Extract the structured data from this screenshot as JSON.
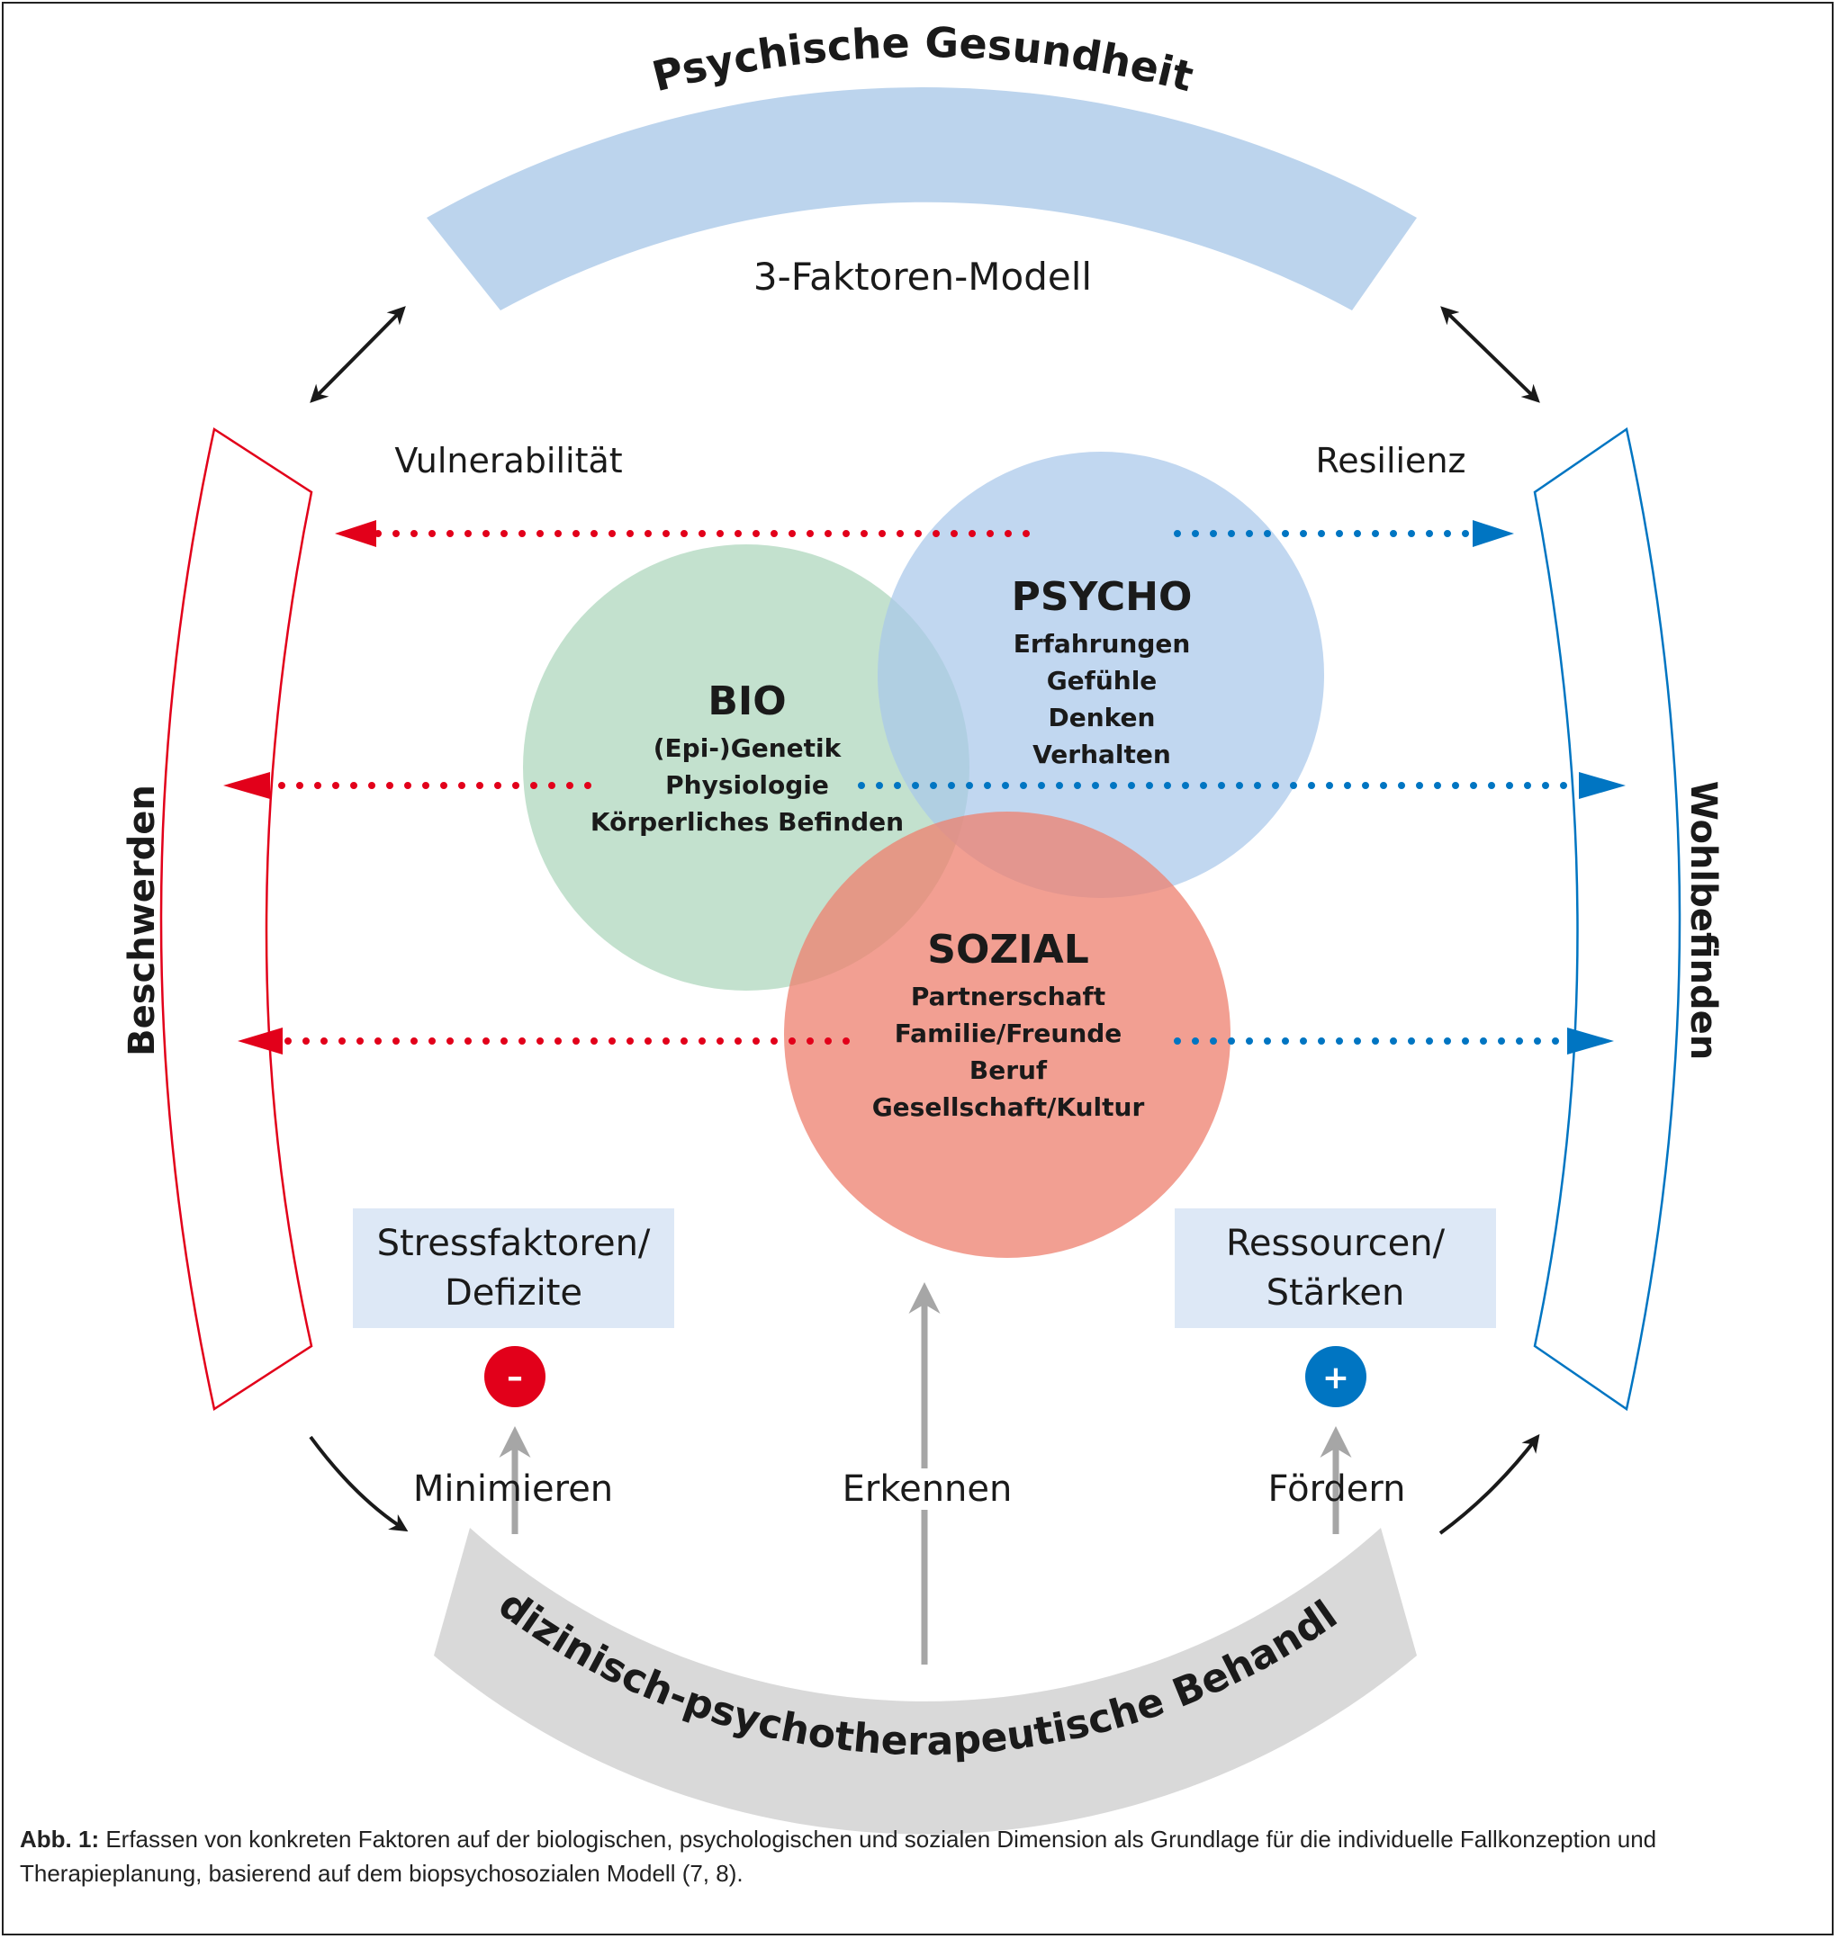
{
  "arc_top": {
    "label": "Psychische Gesundheit",
    "color": "#bcd4ed"
  },
  "arc_bottom": {
    "label": "Medizinisch-psychotherapeutische Behandlung",
    "color": "#d9d9d9"
  },
  "model_title": "3-Faktoren-Modell",
  "left_bracket": {
    "label": "Beschwerden",
    "color": "#e2001a"
  },
  "right_bracket": {
    "label": "Wohlbefinden",
    "color": "#0075c2"
  },
  "vulnerability_label": "Vulnerabilität",
  "resilience_label": "Resilienz",
  "circles": {
    "bio": {
      "title": "BIO",
      "lines": [
        "(Epi-)Genetik",
        "Physiologie",
        "Körperliches Befinden"
      ],
      "color": "#b8dcc6"
    },
    "psycho": {
      "title": "PSYCHO",
      "lines": [
        "Erfahrungen",
        "Gefühle",
        "Denken",
        "Verhalten"
      ],
      "color": "#a9c8ea"
    },
    "sozial": {
      "title": "SOZIAL",
      "lines": [
        "Partnerschaft",
        "Familie/Freunde",
        "Beruf",
        "Gesellschaft/Kultur"
      ],
      "color": "#ee8170"
    }
  },
  "stress_box": {
    "line1": "Stressfaktoren/",
    "line2": "Defizite",
    "color": "#dde8f6"
  },
  "resource_box": {
    "line1": "Ressourcen/",
    "line2": "Stärken",
    "color": "#dde8f6"
  },
  "minus_badge": {
    "symbol": "–",
    "color": "#e2001a"
  },
  "plus_badge": {
    "symbol": "+",
    "color": "#0075c2"
  },
  "actions": {
    "minimize": "Minimieren",
    "recognize": "Erkennen",
    "promote": "Fördern"
  },
  "colors": {
    "dot_red": "#e2001a",
    "dot_blue": "#0075c2",
    "arrow_gray": "#a6a6a6",
    "arrow_black": "#1a1a1a"
  },
  "caption": {
    "label": "Abb. 1:",
    "text": " Erfassen von konkreten Faktoren auf der biologischen, psychologischen und sozialen Dimension als Grundlage für die individuelle Fallkonzeption und Therapieplanung, basierend auf dem biopsychosozialen Modell (7, 8)."
  }
}
